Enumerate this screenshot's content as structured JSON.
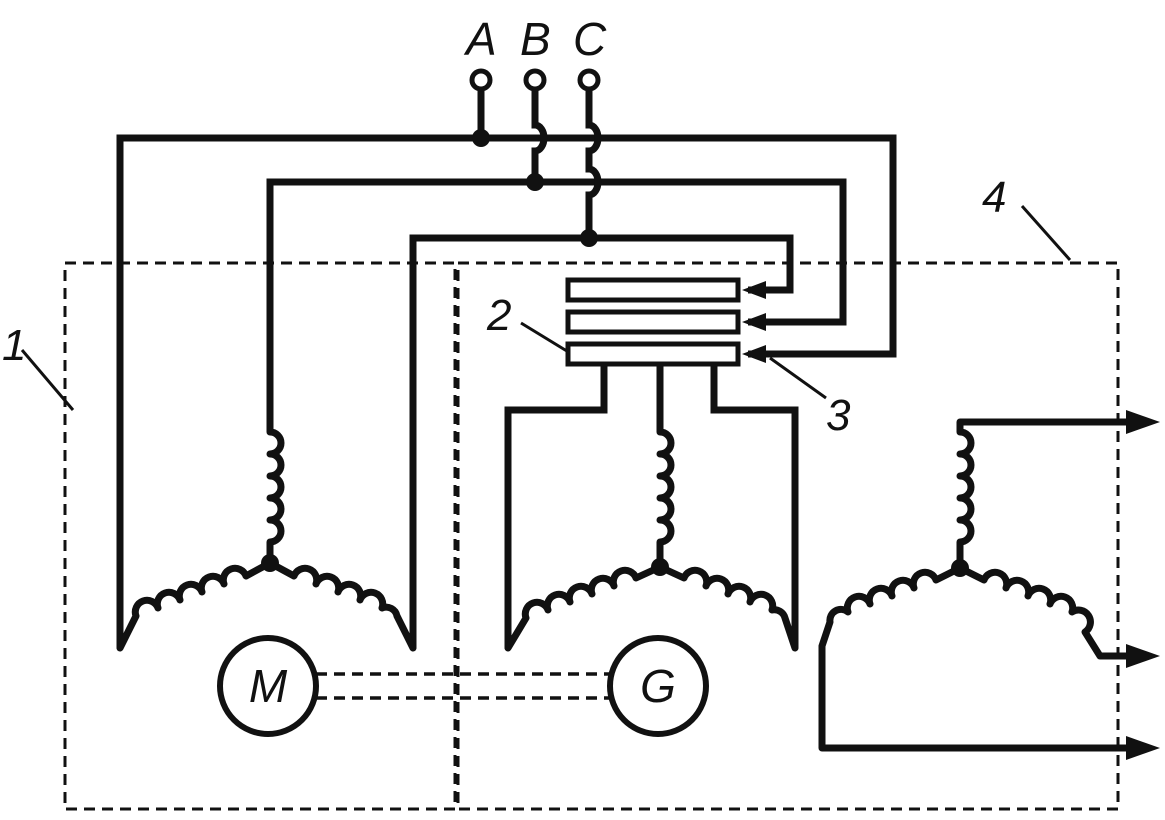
{
  "terminals": {
    "a": "A",
    "b": "B",
    "c": "C"
  },
  "machines": {
    "motor": "M",
    "generator": "G"
  },
  "callouts": {
    "n1": "1",
    "n2": "2",
    "n3": "3",
    "n4": "4"
  },
  "colors": {
    "ink": "#111111",
    "background": "#ffffff"
  }
}
